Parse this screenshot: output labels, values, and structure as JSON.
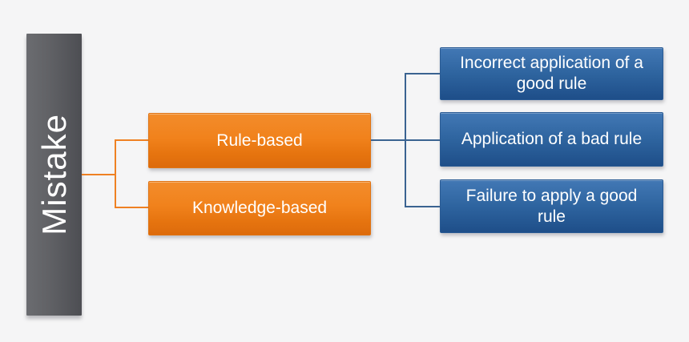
{
  "diagram": {
    "type": "hierarchy",
    "root": {
      "label": "Mistake"
    },
    "level1": [
      {
        "label": "Rule-based"
      },
      {
        "label": "Knowledge-based"
      }
    ],
    "level2": [
      {
        "label": "Incorrect application of a\ngood rule"
      },
      {
        "label": "Application of a bad rule"
      },
      {
        "label": "Failure to apply a good\nrule"
      }
    ],
    "edges": [
      {
        "from": "Mistake",
        "to": "Rule-based"
      },
      {
        "from": "Mistake",
        "to": "Knowledge-based"
      },
      {
        "from": "Rule-based",
        "to": "Incorrect application of a good rule"
      },
      {
        "from": "Rule-based",
        "to": "Application of a bad rule"
      },
      {
        "from": "Rule-based",
        "to": "Failure to apply a good rule"
      }
    ],
    "colors": {
      "background": "#F5F5F6",
      "root_gray_light": "#6B6C70",
      "root_gray_dark": "#4D4E53",
      "orange_top": "#F28C2B",
      "orange_bottom": "#DD6B0C",
      "blue_top": "#4278B5",
      "blue_bottom": "#1E4E89",
      "orange_connector": "#EF8123",
      "blue_connector": "#3A6391",
      "text": "#FFFFFF"
    }
  }
}
